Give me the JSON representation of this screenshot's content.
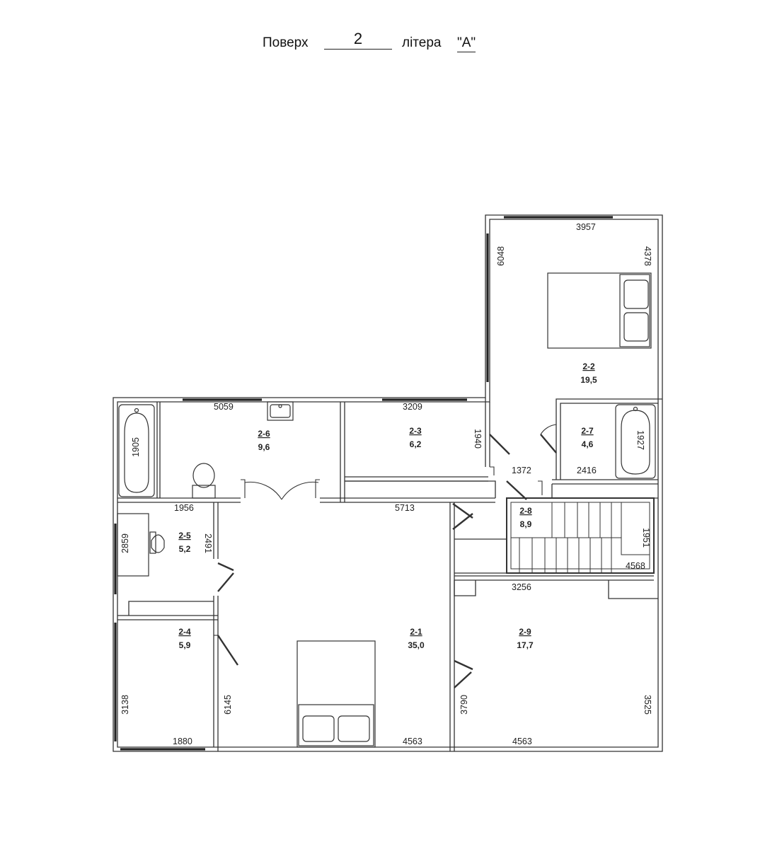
{
  "header": {
    "floor_label": "Поверх",
    "floor_value": "2",
    "letter_label": "літера",
    "letter_value": "\"А\""
  },
  "rooms": [
    {
      "id": "2-1",
      "area": "35,0"
    },
    {
      "id": "2-2",
      "area": "19,5"
    },
    {
      "id": "2-3",
      "area": "6,2"
    },
    {
      "id": "2-4",
      "area": "5,9"
    },
    {
      "id": "2-5",
      "area": "5,2"
    },
    {
      "id": "2-6",
      "area": "9,6"
    },
    {
      "id": "2-7",
      "area": "4,6"
    },
    {
      "id": "2-8",
      "area": "8,9"
    },
    {
      "id": "2-9",
      "area": "17,7"
    }
  ],
  "dimensions": {
    "d3957": "3957",
    "d6048": "6048",
    "d4378": "4378",
    "d5059": "5059",
    "d3209": "3209",
    "d1905": "1905",
    "d1940": "1940",
    "d1927": "1927",
    "d1372": "1372",
    "d2416": "2416",
    "d1956": "1956",
    "d5713": "5713",
    "d2859": "2859",
    "d2491": "2491",
    "d1951": "1951",
    "d4568": "4568",
    "d3256": "3256",
    "d3138": "3138",
    "d6145": "6145",
    "d3790": "3790",
    "d3525": "3525",
    "d1880": "1880",
    "d4563a": "4563",
    "d4563b": "4563"
  }
}
